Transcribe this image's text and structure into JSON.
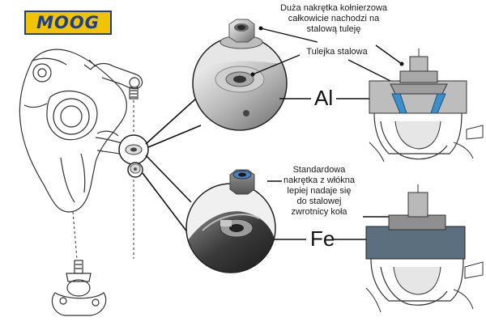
{
  "brand": {
    "logo_text": "MOOG",
    "colors": {
      "logo_bg": "#f2c400",
      "logo_text": "#1d3f8c",
      "insert_blue": "#3d8fc9"
    }
  },
  "annotations": {
    "top_callout": [
      "Duża nakrętka kołnierzowa",
      "całkowicie nachodzi na",
      "stalową tuleję"
    ],
    "sleeve_callout": "Tulejka stalowa",
    "bottom_callout": [
      "Standardowa",
      "nakrętka z włókna",
      "lepiej nadaje się",
      "do stalowej",
      "zwrotnicy koła"
    ]
  },
  "materials": {
    "aluminium": "Al",
    "steel": "Fe"
  },
  "icons": [
    "flange-nut-icon",
    "nylon-lock-nut-icon",
    "steering-knuckle-icon",
    "tie-rod-end-icon",
    "ball-joint-icon"
  ]
}
